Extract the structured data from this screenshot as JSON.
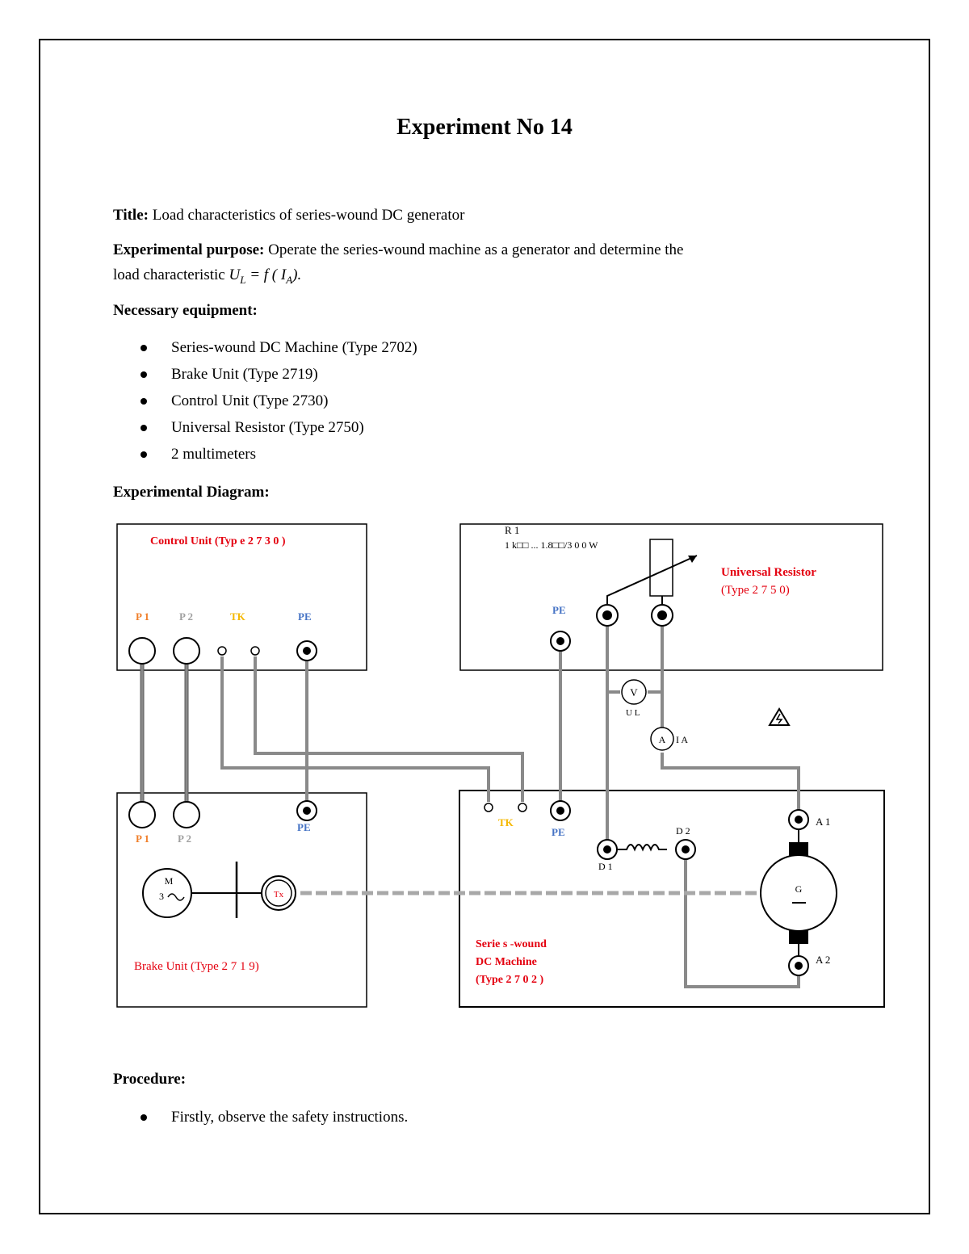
{
  "heading": "Experiment No 14",
  "title_label": "Title:",
  "title_text": "Load characteristics of series-wound DC generator",
  "purpose_label": "Experimental purpose:",
  "purpose_text": "Operate the series-wound machine as a generator and determine the",
  "purpose_text2": "load characteristic",
  "purpose_formula": "U_L = f ( I_A).",
  "equipment_label": "Necessary equipment:",
  "equipment": [
    "Series-wound DC Machine (Type 2702)",
    "Brake Unit (Type 2719)",
    "Control Unit (Type 2730)",
    "Universal Resistor (Type 2750)",
    "2 multimeters"
  ],
  "diagram_label": "Experimental Diagram:",
  "diagram": {
    "control_unit": "Control Unit (Typ e 2 7 3 0 )",
    "universal_resistor_line1": "Universal Resistor",
    "universal_resistor_line2": "(Type  2 7 5 0)",
    "r1_label": "R 1",
    "r1_rating": "1 k□□ ... 1.8□□/3 0 0 W",
    "p1": "P 1",
    "p2": "P 2",
    "tk": "TK",
    "pe": "PE",
    "v": "V",
    "ul": "U L",
    "a": "A",
    "ia": "I A",
    "a1": "A 1",
    "a2": "A 2",
    "d1": "D 1",
    "d2": "D 2",
    "g": "G",
    "m": "M",
    "m3": "3",
    "tx": "Tx",
    "brake_unit": "Brake Unit (Type  2 7 1 9)",
    "series_line1": "Serie s -wound",
    "series_line2": "DC Machine",
    "series_line3": "(Type 2 7 0 2 )"
  },
  "procedure_label": "Procedure:",
  "procedure": [
    "Firstly, observe the safety instructions."
  ],
  "colors": {
    "red_label": "#e4000f",
    "p1_orange": "#f07f2a",
    "p2_gray": "#a0a0a0",
    "tk_yellow": "#f5b800",
    "pe_blue": "#4472c4",
    "wire_gray": "#8a8a8a"
  }
}
